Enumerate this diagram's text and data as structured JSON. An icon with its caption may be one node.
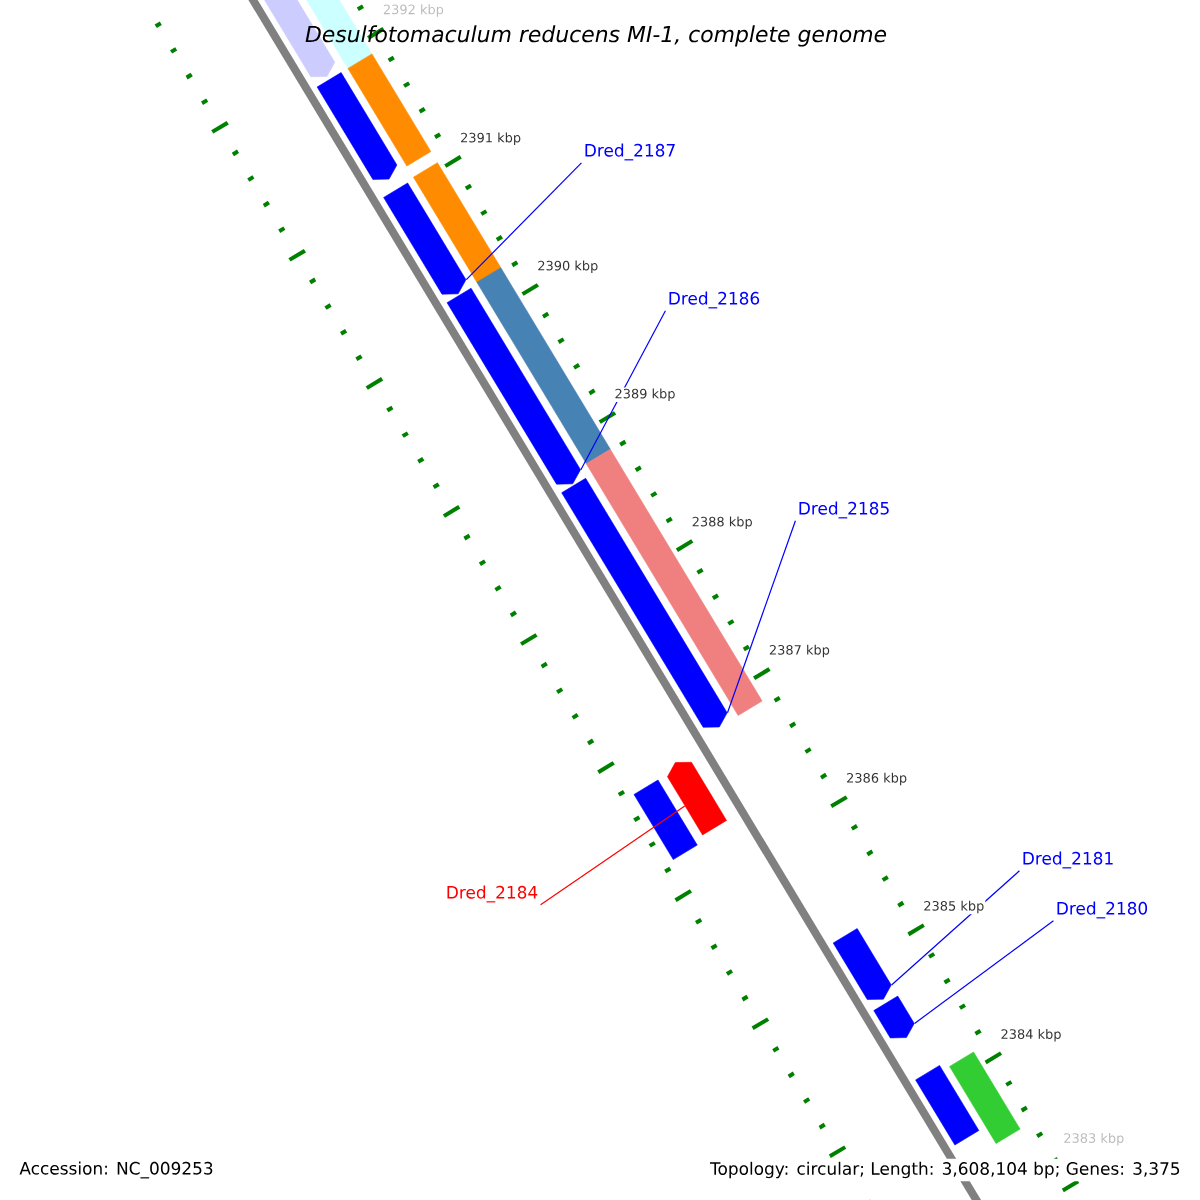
{
  "diagram": {
    "title": "Desulfotomaculum reducens MI-1, complete genome",
    "nodes": [
      {
        "text": [
          "Dred_2187"
        ]
      },
      {
        "text": [
          "Dred_2186"
        ]
      },
      {
        "text": [
          "Dred_2185"
        ]
      },
      {
        "text": [
          "Dred_2181"
        ]
      },
      {
        "text": [
          "Dred_2184"
        ]
      },
      {
        "text": [
          "Dred_2180"
        ]
      },
      {
        "text": [],
        "shape": "bar"
      },
      {
        "text": [],
        "shape": "bar"
      },
      {
        "text": [],
        "shape": "bar"
      },
      {
        "text": [],
        "shape": "bar"
      },
      {
        "text": [],
        "shape": "bar"
      },
      {
        "text": [],
        "shape": "bar"
      },
      {
        "text": [],
        "shape": "bar"
      },
      {
        "text": [],
        "shape": "bar"
      },
      {
        "text": [],
        "shape": "bar"
      },
      {
        "text": [],
        "shape": "bar"
      },
      {
        "text": [],
        "shape": "bar"
      },
      {
        "text": [],
        "shape": "bar"
      },
      {
        "text": [],
        "shape": "bar"
      },
      {
        "text": [],
        "shape": "bar"
      },
      {
        "text": [],
        "shape": "bar"
      },
      {
        "text": [],
        "shape": "bar"
      }
    ],
    "edges": [
      {
        "from": 0,
        "to": 10,
        "arrow": "none"
      },
      {
        "from": 1,
        "to": 12,
        "arrow": "none"
      },
      {
        "from": 2,
        "to": 15,
        "arrow": "none"
      },
      {
        "from": 3,
        "to": 18,
        "arrow": "none"
      },
      {
        "from": 4,
        "to": 16,
        "arrow": "none",
        "color": "#ff0000"
      },
      {
        "from": 5,
        "to": 19,
        "arrow": "none"
      }
    ],
    "labels": [
      "2392 kbp",
      "2391 kbp",
      "2390 kbp",
      "2389 kbp",
      "2388 kbp",
      "2387 kbp",
      "2386 kbp",
      "2385 kbp",
      "2384 kbp",
      "2383 kbp",
      "Accession: NC_009253",
      "Topology: circular; Length: 3,608,104 bp; Genes: 3,375"
    ]
  }
}
